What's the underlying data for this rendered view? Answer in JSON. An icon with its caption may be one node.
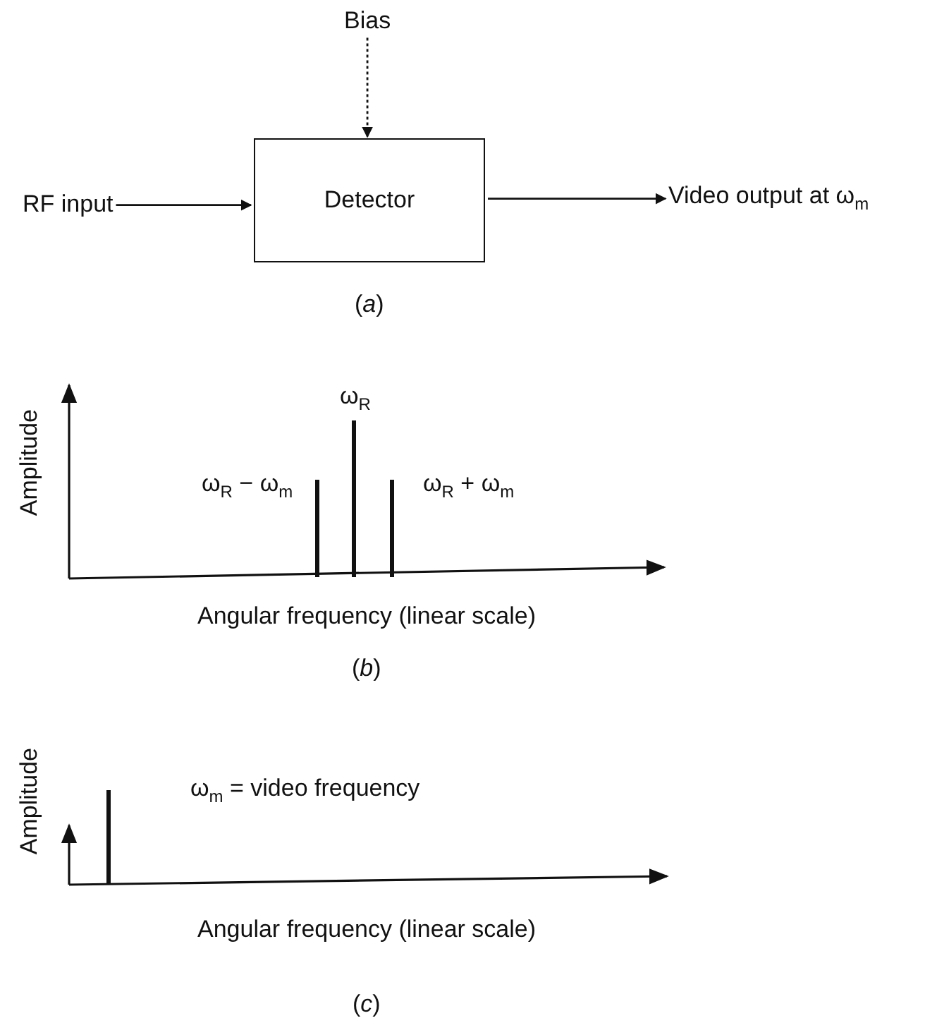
{
  "diagram": {
    "nodes": [
      {
        "text": [
          "Bias"
        ]
      },
      {
        "text": [
          "Detector"
        ]
      },
      {
        "text": [
          "RF input"
        ]
      },
      {
        "text": [
          "Video output at ω$_{m}$"
        ]
      }
    ],
    "edges": [
      {
        "from": 0,
        "to": 1,
        "arrow": "to",
        "style": "dashed"
      },
      {
        "from": 2,
        "to": 1,
        "arrow": "to"
      },
      {
        "from": 1,
        "to": 3,
        "arrow": "to"
      }
    ],
    "labels": [
      "(*a*)",
      "ω$_{R}$",
      "ω$_{R}$ − ω$_{m}$",
      "ω$_{R}$ + ω$_{m}$",
      "Amplitude",
      "Angular frequency (linear scale)",
      "(*b*)",
      "Amplitude",
      "ω$_{m}$ = video frequency",
      "Angular frequency (linear scale)",
      "(*c*)"
    ]
  }
}
